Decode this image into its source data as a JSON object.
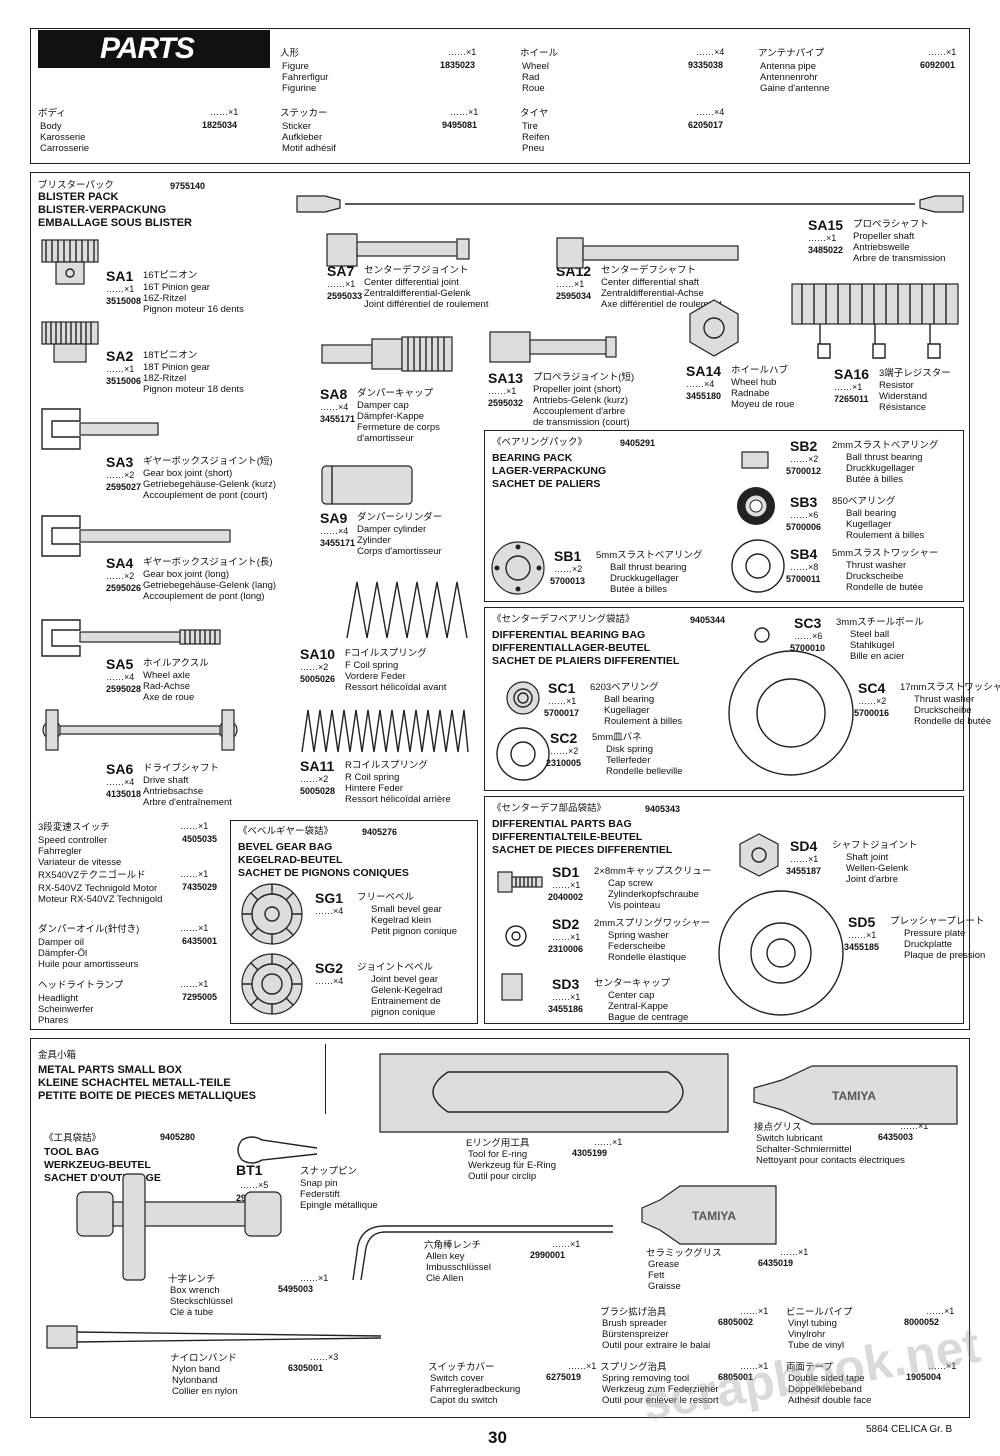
{
  "header": {
    "title": "PARTS"
  },
  "top_parts": [
    {
      "jp": "人形",
      "qty": "1",
      "num": "1835023",
      "names": [
        "Figure",
        "Fahrerfigur",
        "Figurine"
      ]
    },
    {
      "jp": "ホイール",
      "qty": "4",
      "num": "9335038",
      "names": [
        "Wheel",
        "Rad",
        "Roue"
      ]
    },
    {
      "jp": "アンテナパイプ",
      "qty": "1",
      "num": "6092001",
      "names": [
        "Antenna pipe",
        "Antennenrohr",
        "Gaine d'antenne"
      ]
    },
    {
      "jp": "ボディ",
      "qty": "1",
      "num": "1825034",
      "names": [
        "Body",
        "Karosserie",
        "Carrosserie"
      ]
    },
    {
      "jp": "ステッカー",
      "qty": "1",
      "num": "9495081",
      "names": [
        "Sticker",
        "Aufkleber",
        "Motif adhésif"
      ]
    },
    {
      "jp": "タイヤ",
      "qty": "4",
      "num": "6205017",
      "names": [
        "Tire",
        "Reifen",
        "Pneu"
      ]
    }
  ],
  "blister": {
    "jp": "ブリスターパック",
    "num": "9755140",
    "names": [
      "BLISTER PACK",
      "BLISTER-VERPACKUNG",
      "EMBALLAGE SOUS BLISTER"
    ]
  },
  "sa_parts": [
    {
      "code": "SA1",
      "jp": "16Tピニオン",
      "qty": "1",
      "num": "3515008",
      "names": [
        "16T Pinion gear",
        "16Z-Ritzel",
        "Pignon moteur 16 dents"
      ]
    },
    {
      "code": "SA2",
      "jp": "18Tピニオン",
      "qty": "1",
      "num": "3515006",
      "names": [
        "18T Pinion gear",
        "18Z-Ritzel",
        "Pignon moteur 18 dents"
      ]
    },
    {
      "code": "SA3",
      "jp": "ギヤーボックスジョイント(短)",
      "qty": "2",
      "num": "2595027",
      "names": [
        "Gear box joint (short)",
        "Getriebegehäuse-Gelenk (kurz)",
        "Accouplement de pont (court)"
      ]
    },
    {
      "code": "SA4",
      "jp": "ギヤーボックスジョイント(長)",
      "qty": "2",
      "num": "2595026",
      "names": [
        "Gear box joint (long)",
        "Getriebegehäuse-Gelenk (lang)",
        "Accouplement de pont (long)"
      ]
    },
    {
      "code": "SA5",
      "jp": "ホイルアクスル",
      "qty": "4",
      "num": "2595028",
      "names": [
        "Wheel axle",
        "Rad-Achse",
        "Axe de roue"
      ]
    },
    {
      "code": "SA6",
      "jp": "ドライブシャフト",
      "qty": "4",
      "num": "4135018",
      "names": [
        "Drive shaft",
        "Antriebsachse",
        "Arbre d'entraînement"
      ]
    },
    {
      "code": "SA7",
      "jp": "センターデフジョイント",
      "qty": "1",
      "num": "2595033",
      "names": [
        "Center differential joint",
        "Zentraldifferential-Gelenk",
        "Joint différentiel de roulement"
      ]
    },
    {
      "code": "SA8",
      "jp": "ダンパーキャップ",
      "qty": "4",
      "num": "3455171",
      "names": [
        "Damper cap",
        "Dämpfer-Kappe",
        "Fermeture de corps",
        "d'amortisseur"
      ]
    },
    {
      "code": "SA9",
      "jp": "ダンパーシリンダー",
      "qty": "4",
      "num": "3455171",
      "names": [
        "Damper cylinder",
        "Zylinder",
        "Corps d'amortisseur"
      ]
    },
    {
      "code": "SA10",
      "jp": "Fコイルスプリング",
      "qty": "2",
      "num": "5005026",
      "names": [
        "F Coil spring",
        "Vordere Feder",
        "Ressort hélicoïdal avant"
      ]
    },
    {
      "code": "SA11",
      "jp": "Rコイルスプリング",
      "qty": "2",
      "num": "5005028",
      "names": [
        "R Coil spring",
        "Hintere Feder",
        "Ressort hélicoïdal arrière"
      ]
    },
    {
      "code": "SA12",
      "jp": "センターデフシャフト",
      "qty": "1",
      "num": "2595034",
      "names": [
        "Center differential shaft",
        "Zentraldifferential-Achse",
        "Axe différentiel de roulement"
      ]
    },
    {
      "code": "SA13",
      "jp": "プロペラジョイント(短)",
      "qty": "1",
      "num": "2595032",
      "names": [
        "Propeller joint (short)",
        "Antriebs-Gelenk (kurz)",
        "Accouplement d'arbre",
        "de transmission (court)"
      ]
    },
    {
      "code": "SA14",
      "jp": "ホイールハブ",
      "qty": "4",
      "num": "3455180",
      "names": [
        "Wheel hub",
        "Radnabe",
        "Moyeu de roue"
      ]
    },
    {
      "code": "SA15",
      "jp": "プロペラシャフト",
      "qty": "1",
      "num": "3485022",
      "names": [
        "Propeller shaft",
        "Antriebswelle",
        "Arbre de transmission"
      ]
    },
    {
      "code": "SA16",
      "jp": "3端子レジスター",
      "qty": "1",
      "num": "7265011",
      "names": [
        "Resistor",
        "Widerstand",
        "Résistance"
      ]
    }
  ],
  "bearing_pack": {
    "jp": "《ベアリングパック》",
    "num": "9405291",
    "names": [
      "BEARING PACK",
      "LAGER-VERPACKUNG",
      "SACHET DE PALIERS"
    ]
  },
  "sb_parts": [
    {
      "code": "SB1",
      "jp": "5mmスラストベアリング",
      "qty": "2",
      "num": "5700013",
      "names": [
        "Ball thrust bearing",
        "Druckkugellager",
        "Butée à billes"
      ]
    },
    {
      "code": "SB2",
      "jp": "2mmスラストベアリング",
      "qty": "2",
      "num": "5700012",
      "names": [
        "Ball thrust bearing",
        "Druckkugellager",
        "Butée à billes"
      ]
    },
    {
      "code": "SB3",
      "jp": "850ベアリング",
      "qty": "6",
      "num": "5700006",
      "names": [
        "Ball bearing",
        "Kugellager",
        "Roulement à billes"
      ]
    },
    {
      "code": "SB4",
      "jp": "5mmスラストワッシャー",
      "qty": "8",
      "num": "5700011",
      "names": [
        "Thrust washer",
        "Druckscheibe",
        "Rondelle de butée"
      ]
    }
  ],
  "diff_bearing_bag": {
    "jp": "《センターデフベアリング袋詰》",
    "num": "9405344",
    "names": [
      "DIFFERENTIAL BEARING BAG",
      "DIFFERENTIALLAGER-BEUTEL",
      "SACHET DE PLAIERS DIFFERENTIEL"
    ]
  },
  "sc_parts": [
    {
      "code": "SC1",
      "jp": "6203ベアリング",
      "qty": "1",
      "num": "5700017",
      "names": [
        "Ball bearing",
        "Kugellager",
        "Roulement à billes"
      ]
    },
    {
      "code": "SC2",
      "jp": "5mm皿バネ",
      "qty": "2",
      "num": "2310005",
      "names": [
        "Disk spring",
        "Tellerfeder",
        "Rondelle belleville"
      ]
    },
    {
      "code": "SC3",
      "jp": "3mmスチールボール",
      "qty": "6",
      "num": "5700010",
      "names": [
        "Steel ball",
        "Stahlkugel",
        "Bille en acier"
      ]
    },
    {
      "code": "SC4",
      "jp": "17mmスラストワッシャー",
      "qty": "2",
      "num": "5700016",
      "names": [
        "Thrust washer",
        "Druckscheibe",
        "Rondelle de butée"
      ]
    }
  ],
  "diff_parts_bag": {
    "jp": "《センターデフ部品袋詰》",
    "num": "9405343",
    "names": [
      "DIFFERENTIAL PARTS BAG",
      "DIFFERENTIALTEILE-BEUTEL",
      "SACHET DE PIECES DIFFERENTIEL"
    ]
  },
  "sd_parts": [
    {
      "code": "SD1",
      "jp": "2×8mmキャップスクリュー",
      "qty": "1",
      "num": "2040002",
      "names": [
        "Cap screw",
        "Zylinderkopfschraube",
        "Vis pointeau"
      ]
    },
    {
      "code": "SD2",
      "jp": "2mmスプリングワッシャー",
      "qty": "1",
      "num": "2310006",
      "names": [
        "Spring washer",
        "Federscheibe",
        "Rondelle élastique"
      ]
    },
    {
      "code": "SD3",
      "jp": "センターキャップ",
      "qty": "1",
      "num": "3455186",
      "names": [
        "Center cap",
        "Zentral-Kappe",
        "Bague de centrage"
      ]
    },
    {
      "code": "SD4",
      "jp": "シャフトジョイント",
      "qty": "1",
      "num": "3455187",
      "names": [
        "Shaft joint",
        "Wellen-Gelenk",
        "Joint d'arbre"
      ]
    },
    {
      "code": "SD5",
      "jp": "プレッシャープレート",
      "qty": "1",
      "num": "3455185",
      "names": [
        "Pressure plate",
        "Druckplatte",
        "Plaque de pression"
      ]
    }
  ],
  "misc_left": [
    {
      "jp": "3段変速スイッチ",
      "qty": "1",
      "num": "4505035",
      "names": [
        "Speed controller",
        "Fahrregler",
        "Variateur de vitesse"
      ]
    },
    {
      "jp": "RX540VZテクニゴールド",
      "qty": "1",
      "num": "7435029",
      "names": [
        "RX-540VZ Technigold Motor",
        "Moteur RX-540VZ Technigold"
      ]
    },
    {
      "jp": "ダンパーオイル(針付き)",
      "qty": "1",
      "num": "6435001",
      "names": [
        "Damper oil",
        "Dämpfer-Öl",
        "Huile pour amortisseurs"
      ]
    },
    {
      "jp": "ヘッドライトランプ",
      "qty": "1",
      "num": "7295005",
      "names": [
        "Headlight",
        "Scheinwerfer",
        "Phares"
      ]
    }
  ],
  "bevel_bag": {
    "jp": "《ベベルギヤー袋詰》",
    "num": "9405276",
    "names": [
      "BEVEL GEAR BAG",
      "KEGELRAD-BEUTEL",
      "SACHET DE PIGNONS CONIQUES"
    ]
  },
  "sg_parts": [
    {
      "code": "SG1",
      "jp": "フリーベベル",
      "qty": "4",
      "names": [
        "Small bevel gear",
        "Kegelrad klein",
        "Petit pignon conique"
      ]
    },
    {
      "code": "SG2",
      "jp": "ジョイントベベル",
      "qty": "4",
      "names": [
        "Joint bevel gear",
        "Gelenk-Kegelrad",
        "Entrainement de",
        "pignon conique"
      ]
    }
  ],
  "metal_box": {
    "jp": "金具小箱",
    "names": [
      "METAL PARTS SMALL BOX",
      "KLEINE SCHACHTEL METALL-TEILE",
      "PETITE BOITE DE PIECES METALLIQUES"
    ]
  },
  "tool_bag": {
    "jp": "《工具袋詰》",
    "num": "9405280",
    "names": [
      "TOOL BAG",
      "WERKZEUG-BEUTEL",
      "SACHET D'OUTILLAGE"
    ]
  },
  "bt1": {
    "code": "BT1",
    "jp": "スナップピン",
    "qty": "5",
    "num": "2915001",
    "names": [
      "Snap pin",
      "Federstift",
      "Epingle métallique"
    ]
  },
  "tools": [
    {
      "key": "eclip",
      "jp": "Eリング用工具",
      "qty": "1",
      "num": "4305199",
      "names": [
        "Tool for E-ring",
        "Werkzeug für E-Ring",
        "Outil pour circlip"
      ]
    },
    {
      "key": "switch_lube",
      "jp": "接点グリス",
      "qty": "1",
      "num": "6435003",
      "names": [
        "Switch lubricant",
        "Schalter-Schmiermittel",
        "Nettoyant pour contacts électriques"
      ]
    },
    {
      "key": "allen",
      "jp": "六角棒レンチ",
      "qty": "1",
      "num": "2990001",
      "names": [
        "Allen key",
        "Imbusschlüssel",
        "Clé Allen"
      ]
    },
    {
      "key": "grease",
      "jp": "セラミックグリス",
      "qty": "1",
      "num": "6435019",
      "names": [
        "Grease",
        "Fett",
        "Graisse"
      ]
    },
    {
      "key": "box_wrench",
      "jp": "十字レンチ",
      "qty": "1",
      "num": "5495003",
      "names": [
        "Box wrench",
        "Steckschlüssel",
        "Clé à tube"
      ]
    },
    {
      "key": "brush",
      "jp": "ブラシ拡げ治具",
      "qty": "1",
      "num": "6805002",
      "names": [
        "Brush spreader",
        "Bürstenspreizer",
        "Outil pour extraire le balai"
      ]
    },
    {
      "key": "vinyl",
      "jp": "ビニールパイプ",
      "qty": "1",
      "num": "8000052",
      "names": [
        "Vinyl tubing",
        "Vinylrohr",
        "Tube de vinyl"
      ]
    },
    {
      "key": "nylon",
      "jp": "ナイロンバンド",
      "qty": "3",
      "num": "6305001",
      "names": [
        "Nylon band",
        "Nylonband",
        "Collier en nylon"
      ]
    },
    {
      "key": "switch_cover",
      "jp": "スイッチカバー",
      "qty": "1",
      "num": "6275019",
      "names": [
        "Switch cover",
        "Fahrregleradbeckung",
        "Capot du switch"
      ]
    },
    {
      "key": "spring_tool",
      "jp": "スプリング治具",
      "qty": "1",
      "num": "6805001",
      "names": [
        "Spring removing tool",
        "Werkzeug zum Federzieher",
        "Outil pour enlever le ressort"
      ]
    },
    {
      "key": "tape",
      "jp": "両面テープ",
      "qty": "1",
      "num": "1905004",
      "names": [
        "Double sided tape",
        "Doppelklebeband",
        "Adhésif double face"
      ]
    }
  ],
  "footer": {
    "page": "30",
    "model": "5864 CELICA Gr. B",
    "watermark": "scrapbook.net"
  },
  "leader": "……×"
}
